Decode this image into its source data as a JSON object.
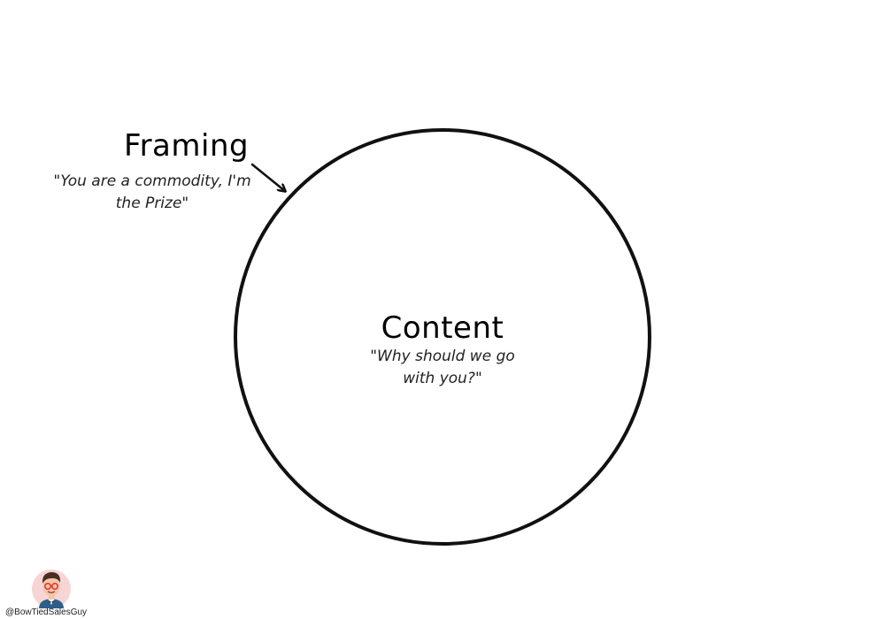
{
  "framing": {
    "title": "Framing",
    "quote": "\"You are a commodity, I'm the Prize\""
  },
  "content": {
    "title": "Content",
    "quote": "\"Why should we go with you?\""
  },
  "footer": {
    "handle": "@BowTiedSalesGuy"
  },
  "colors": {
    "ink": "#000000",
    "circle_stroke": "#111111",
    "avatar_glow": "#f3b3b3",
    "avatar_hair": "#4a2e22",
    "avatar_skin": "#f2c5a8",
    "avatar_glasses": "#e03a3a",
    "avatar_jacket": "#2e5f8a"
  },
  "icons": {
    "arrow": "arrow-down-right-icon",
    "avatar": "cartoon-man-avatar-icon"
  }
}
